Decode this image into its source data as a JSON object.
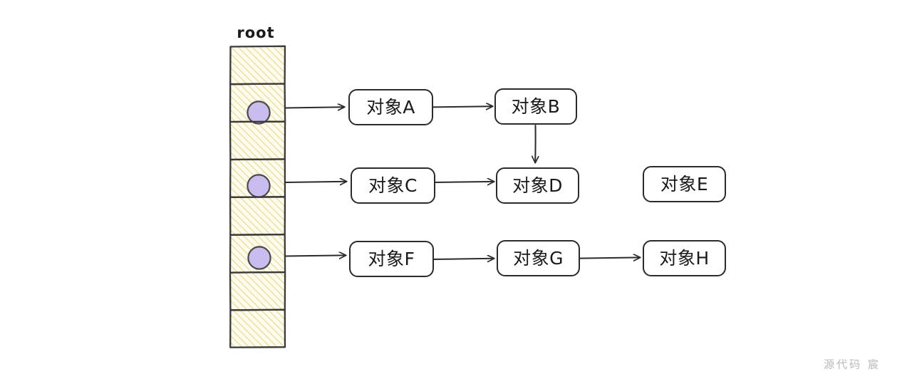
{
  "diagram": {
    "title_label": "root",
    "root_column": {
      "name": "root",
      "cells": [
        {
          "index": 0,
          "has_reference": false
        },
        {
          "index": 1,
          "has_reference": true
        },
        {
          "index": 2,
          "has_reference": false
        },
        {
          "index": 3,
          "has_reference": true
        },
        {
          "index": 4,
          "has_reference": false
        },
        {
          "index": 5,
          "has_reference": true
        },
        {
          "index": 6,
          "has_reference": false
        },
        {
          "index": 7,
          "has_reference": false
        }
      ],
      "cell_count": 8,
      "fill_color": "#fdf8e3",
      "hatch_color": "#ecd98a",
      "border_color": "#3a3a3a",
      "reference_dot_color": "#c9bdf0",
      "reference_dot_border": "#4a4a4a"
    },
    "nodes": [
      {
        "id": "A",
        "label": "对象A"
      },
      {
        "id": "B",
        "label": "对象B"
      },
      {
        "id": "C",
        "label": "对象C"
      },
      {
        "id": "D",
        "label": "对象D"
      },
      {
        "id": "E",
        "label": "对象E"
      },
      {
        "id": "F",
        "label": "对象F"
      },
      {
        "id": "G",
        "label": "对象G"
      },
      {
        "id": "H",
        "label": "对象H"
      }
    ],
    "edges": [
      {
        "from": "root-cell-1",
        "to": "A"
      },
      {
        "from": "A",
        "to": "B"
      },
      {
        "from": "B",
        "to": "D"
      },
      {
        "from": "root-cell-3",
        "to": "C"
      },
      {
        "from": "C",
        "to": "D"
      },
      {
        "from": "root-cell-5",
        "to": "F"
      },
      {
        "from": "F",
        "to": "G"
      },
      {
        "from": "G",
        "to": "H"
      }
    ],
    "unreachable_nodes": [
      "E"
    ],
    "colors": {
      "stroke": "#2b2b2b",
      "box_fill": "#ffffff",
      "background": "#ffffff"
    }
  },
  "watermark": {
    "text": "源代码  宸",
    "color": "#b9b9b9"
  }
}
